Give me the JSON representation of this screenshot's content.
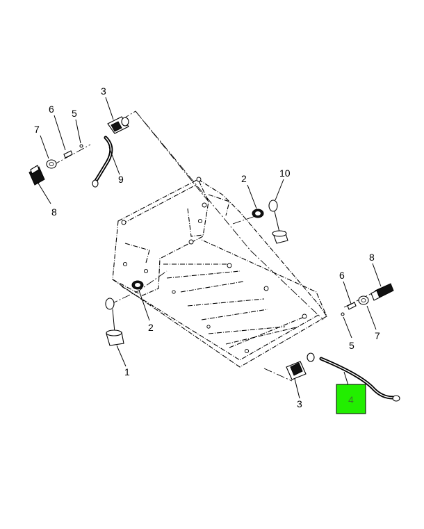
{
  "highlight_color": "#22ee00",
  "callouts": {
    "c1": "1",
    "c2_left": "2",
    "c2_top": "2",
    "c3_top": "3",
    "c3_bottom": "3",
    "c4": "4",
    "c5_left": "5",
    "c5_right": "5",
    "c6_left": "6",
    "c6_right": "6",
    "c7_left": "7",
    "c7_right": "7",
    "c8_left": "8",
    "c8_right": "8",
    "c9": "9",
    "c10": "10"
  }
}
